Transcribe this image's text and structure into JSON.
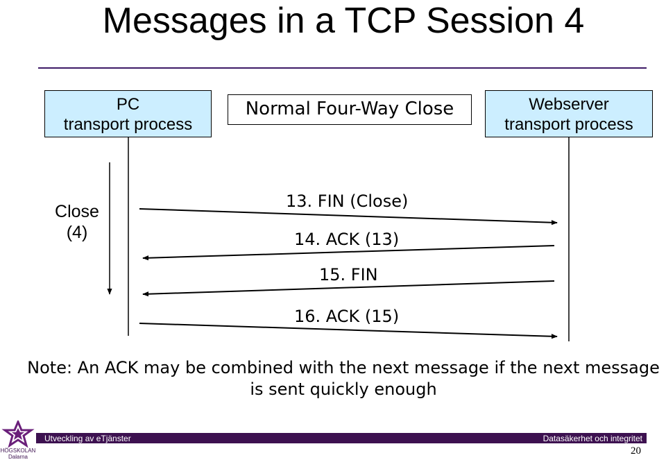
{
  "title": "Messages in a TCP Session 4",
  "left_endpoint": {
    "line1": "PC",
    "line2": "transport process"
  },
  "right_endpoint": {
    "line1": "Webserver",
    "line2": "transport process"
  },
  "mode_label": "Normal Four-Way Close",
  "close_phase": {
    "line1": "Close",
    "line2": "(4)"
  },
  "messages": [
    {
      "label": "13. FIN (Close)",
      "direction": "pc-to-server"
    },
    {
      "label": "14. ACK (13)",
      "direction": "server-to-pc"
    },
    {
      "label": "15. FIN",
      "direction": "server-to-pc"
    },
    {
      "label": "16. ACK (15)",
      "direction": "pc-to-server"
    }
  ],
  "note": {
    "line1": "Note: An ACK may be combined with the next message if the next message",
    "line2": "is sent quickly enough"
  },
  "footer": {
    "left_text": "Utveckling av eTjänster",
    "right_text": "Datasäkerhet och integritet",
    "page_number": "20",
    "logo_line1": "HÖGSKOLAN",
    "logo_line2": "Dalarna"
  },
  "colors": {
    "endpoint_fill": "#cceeff",
    "footer_bar": "#3d1150",
    "title_rule": "#3d1a66"
  }
}
